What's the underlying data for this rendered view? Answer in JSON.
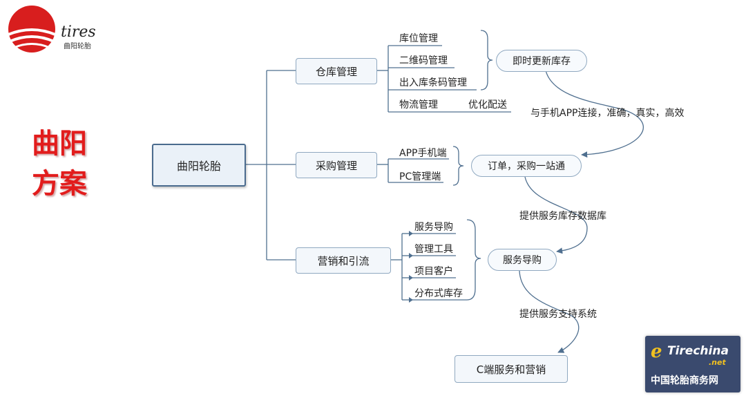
{
  "logo": {
    "brand_text": "tires",
    "sub_text": "曲阳轮胎"
  },
  "slide_title": {
    "line1": "曲阳",
    "line2": "方案"
  },
  "mindmap": {
    "root": "曲阳轮胎",
    "branches": [
      {
        "label": "仓库管理",
        "items": [
          "库位管理",
          "二维码管理",
          "出入库条码管理",
          "物流管理",
          "优化配送"
        ]
      },
      {
        "label": "采购管理",
        "items": [
          "APP手机端",
          "PC管理端"
        ]
      },
      {
        "label": "营销和引流",
        "items": [
          "服务导购",
          "管理工具",
          "项目客户",
          "分布式库存"
        ]
      }
    ]
  },
  "flow": {
    "nodes": [
      "即时更新库存",
      "订单，采购一站通",
      "服务导购",
      "C端服务和营销"
    ],
    "edge_labels": [
      "与手机APP连接，准确，真实，高效",
      "提供服务库存数据库",
      "提供服务支持系统"
    ]
  },
  "watermark": {
    "brand": "Tirechina",
    "domain": ".net",
    "cn": "中国轮胎商务网"
  },
  "colors": {
    "line": "#4f6f8f",
    "title_red": "#e21c1c",
    "node_border": "#8fa8c0"
  }
}
